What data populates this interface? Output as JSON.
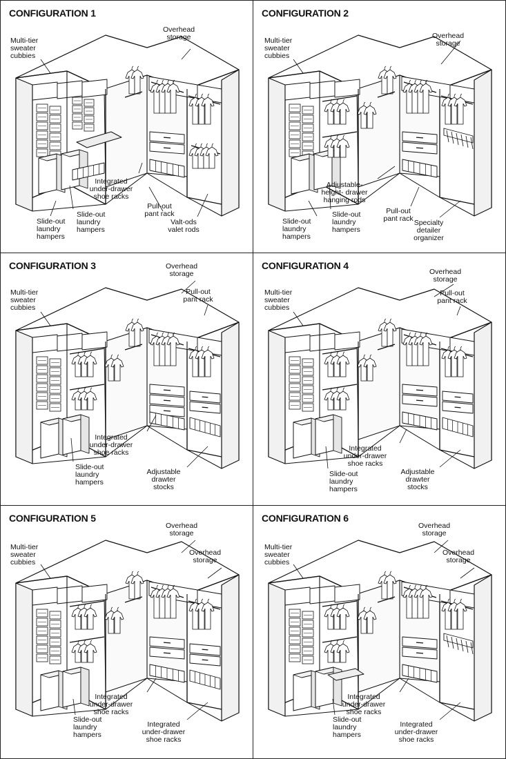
{
  "panels": [
    {
      "title": "CONFIGURATION 1",
      "style": 1,
      "labels": [
        "Multi-tier\nsweater\ncubbies",
        "Overhead\nstorage",
        "Integrated\nunder-drawer\nshoe racks",
        "Pull-out\npant rack",
        "Slide-out\nlaundry\nhampers",
        "Slide-out\nlaundry\nhampers",
        "Valt-ods\nvalet rods"
      ]
    },
    {
      "title": "CONFIGURATION 2",
      "style": 2,
      "labels": [
        "Multi-tier\nsweater\ncubbies",
        "Overhead\nstorage",
        "Adjustable-\nheight- drawer\nhanging rods",
        "Slide-out\nlaundry\nhampers",
        "Slide-out\nlaundry\nhampers",
        "Pull-out\npant rack",
        "Specialty\ndetailer\norganizer"
      ]
    },
    {
      "title": "CONFIGURATION 3",
      "style": 3,
      "labels": [
        "Multi-tier\nsweater\ncubbies",
        "Overhead\nstorage",
        "Pull-out\npant rack",
        "Integrated\nunder-drawer\nshoe racks",
        "Slide-out\nlaundry\nhampers",
        "Adjustable\ndrawter\nstocks"
      ]
    },
    {
      "title": "CONFIGURATION 4",
      "style": 4,
      "labels": [
        "Multi-tier\nsweater\ncubbies",
        "Overhead\nstorage",
        "Pull-out\npant rack",
        "Integrated\nunder-drawer\nshoe racks",
        "Slide-out\nlaundry\nhampers",
        "Adjustable\ndrawter\nstocks"
      ]
    },
    {
      "title": "CONFIGURATION 5",
      "style": 5,
      "labels": [
        "Multi-tier\nsweater\ncubbies",
        "Overhead\nstorage",
        "Overhead\nstorage",
        "Integrated\nunder-drawer\nshoe racks",
        "Slide-out\nlaundry\nhampers",
        "Integrated\nunder-drawer\nshoe racks"
      ]
    },
    {
      "title": "CONFIGURATION 6",
      "style": 6,
      "labels": [
        "Multi-tier\nsweater\ncubbies",
        "Overhead\nstorage",
        "Overhead\nstorage",
        "Integrated\nunder-drawer\nshoe racks",
        "Slide-out\nlaundry\nhampers",
        "Integrated\nunder-drawer\nshoe racks"
      ]
    }
  ]
}
